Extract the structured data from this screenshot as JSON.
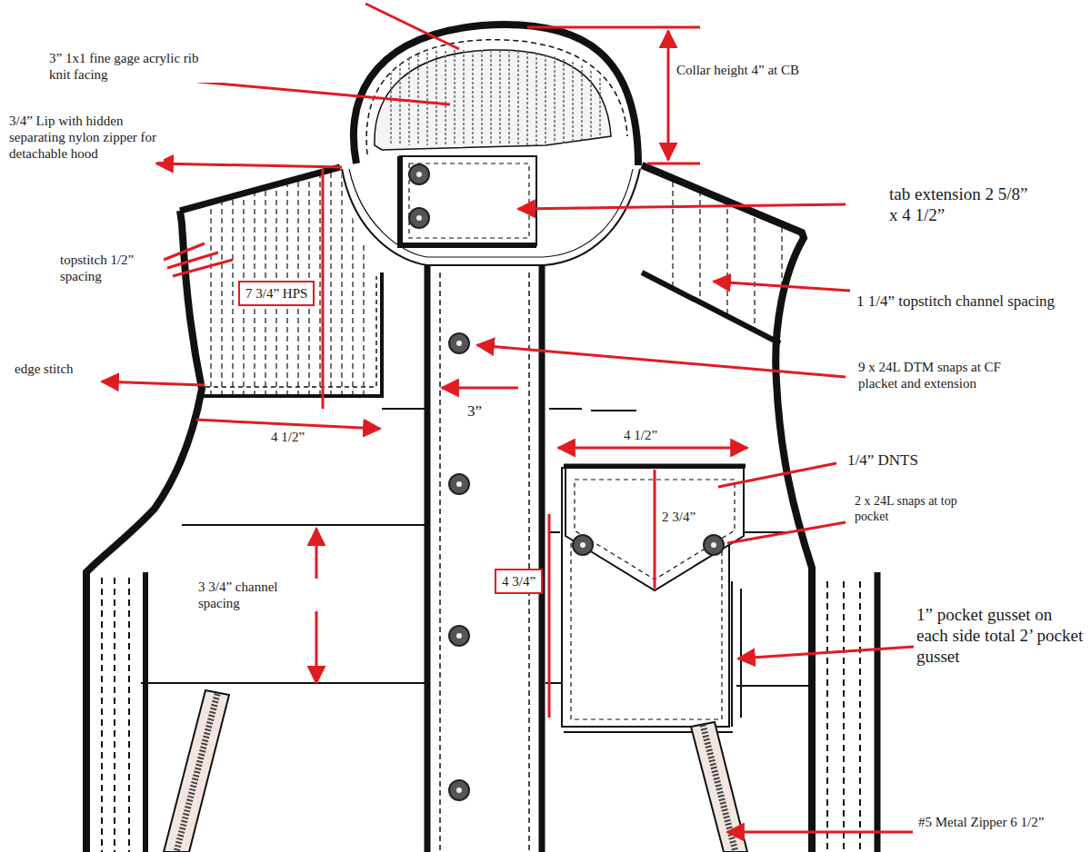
{
  "diagram": {
    "nodes": [
      {
        "text": [
          "7 3/4” HPS"
        ]
      },
      {
        "text": [
          "4 3/4”"
        ]
      }
    ],
    "labels": [
      "3” 1x1 fine gage acrylic rib knit facing",
      "Collar height 4” at CB",
      "3/4” Lip with hidden separating nylon zipper for detachable hood",
      "tab extension 2 5/8” x 4 1/2”",
      "topstitch 1/2” spacing",
      "1 1/4” topstitch channel spacing",
      "edge stitch",
      "4 1/2”",
      "3”",
      "9 x 24L DTM snaps at CF placket and extension",
      "4 1/2”",
      "1/4” DNTS",
      "2 3/4”",
      "2 x 24L snaps at top pocket",
      "3 3/4” channel spacing",
      "1” pocket gusset on each side total 2’ pocket gusset",
      "#5 Metal Zipper 6 1/2”"
    ]
  }
}
